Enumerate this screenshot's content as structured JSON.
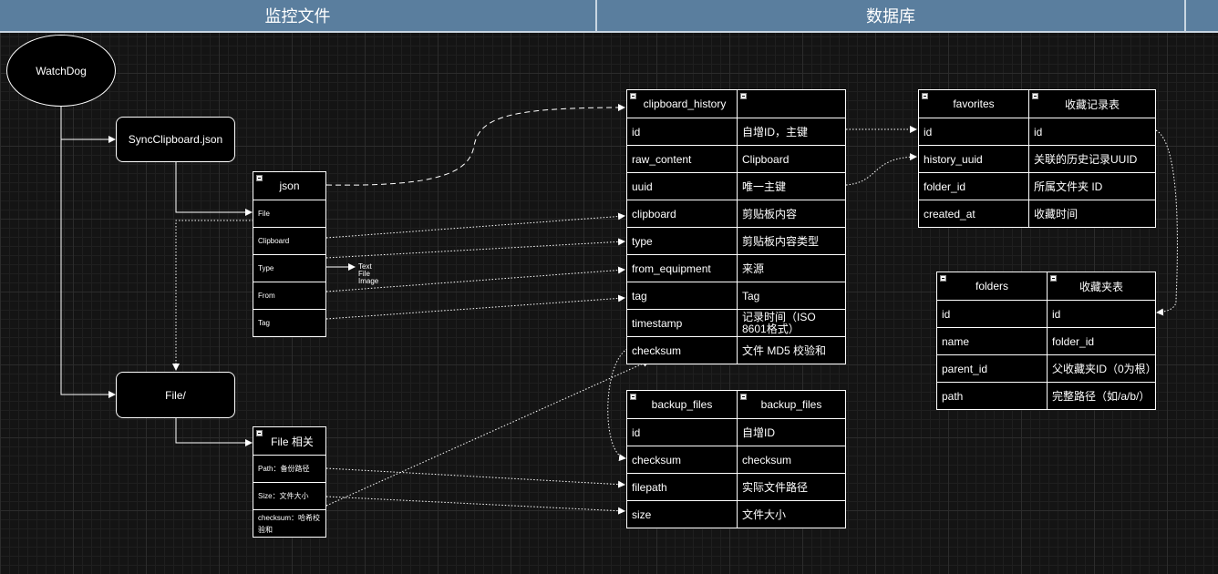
{
  "lanes": {
    "monitor": "监控文件",
    "database": "数据库"
  },
  "nodes": {
    "watchdog": "WatchDog",
    "sync_json": "SyncClipboard.json",
    "file_dir": "File/"
  },
  "json_table": {
    "title": "json",
    "rows": [
      "File",
      "Clipboard",
      "Type",
      "From",
      "Tag"
    ],
    "type_values": [
      "Text",
      "File",
      "Image"
    ]
  },
  "file_table": {
    "title": "File 相关",
    "rows": [
      "Path：备份路径",
      "Size：文件大小",
      "checksum：哈希校验和"
    ]
  },
  "clipboard_history": {
    "title": "clipboard_history",
    "title2": "",
    "rows": [
      [
        "id",
        "自增ID，主键"
      ],
      [
        "raw_content",
        "Clipboard"
      ],
      [
        "uuid",
        "唯一主键"
      ],
      [
        "clipboard",
        "剪贴板内容"
      ],
      [
        "type",
        "剪贴板内容类型"
      ],
      [
        "from_equipment",
        "来源"
      ],
      [
        "tag",
        "Tag"
      ],
      [
        "timestamp",
        "记录时间（ISO 8601格式）"
      ],
      [
        "checksum",
        "文件 MD5 校验和"
      ]
    ]
  },
  "backup_files": {
    "title": "backup_files",
    "title2": "backup_files",
    "rows": [
      [
        "id",
        "自增ID"
      ],
      [
        "checksum",
        "checksum"
      ],
      [
        "filepath",
        "实际文件路径"
      ],
      [
        "size",
        "文件大小"
      ]
    ]
  },
  "favorites": {
    "title": "favorites",
    "title2": "收藏记录表",
    "rows": [
      [
        "id",
        "id"
      ],
      [
        "history_uuid",
        "关联的历史记录UUID"
      ],
      [
        "folder_id",
        "所属文件夹 ID"
      ],
      [
        "created_at",
        "收藏时间"
      ]
    ]
  },
  "folders": {
    "title": "folders",
    "title2": "收藏夹表",
    "rows": [
      [
        "id",
        "id"
      ],
      [
        "name",
        "folder_id"
      ],
      [
        "parent_id",
        "父收藏夹ID（0为根）"
      ],
      [
        "path",
        "完整路径（如/a/b/）"
      ]
    ]
  },
  "colors": {
    "lane": "#5a7e9e",
    "line": "#ffffff",
    "background": "#141414"
  }
}
